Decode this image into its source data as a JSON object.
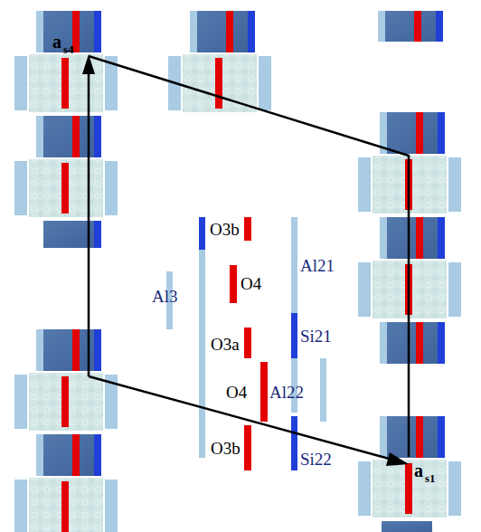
{
  "diagram": {
    "labels": [
      "a",
      "s4",
      "a",
      "s1",
      "O3b",
      "O4",
      "O3a",
      "O4",
      "O3b",
      "Al3",
      "Al21",
      "Si21",
      "Al22",
      "Si22"
    ]
  }
}
